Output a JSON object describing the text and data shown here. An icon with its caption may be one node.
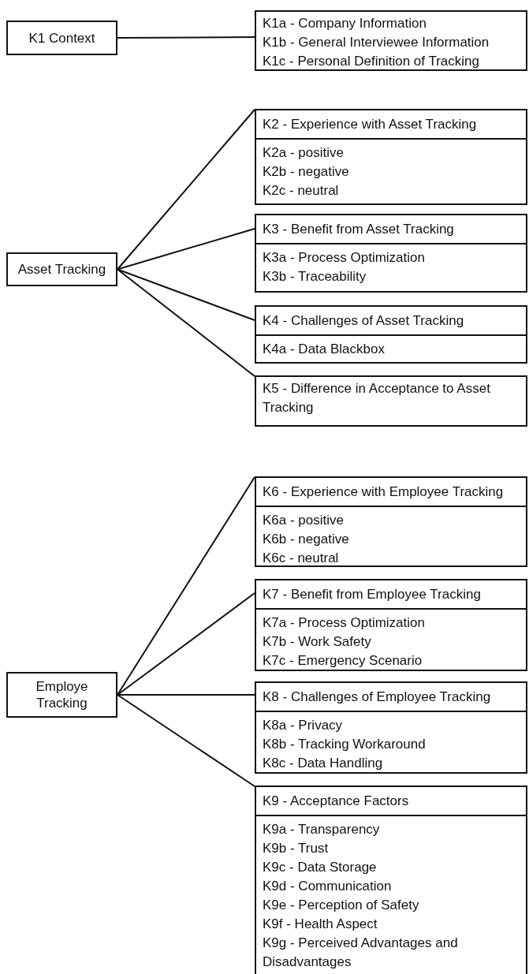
{
  "diagram": {
    "nodes": [
      {
        "text": [
          "K1 Context"
        ]
      },
      {
        "text": [
          "K1a - Company Information",
          "K1b - General Interviewee Information",
          "K1c - Personal Definition of Tracking"
        ]
      },
      {
        "text": [
          "Asset Tracking"
        ]
      },
      {
        "text": [
          "K2 - Experience with Asset Tracking",
          "K2a - positive",
          "K2b - negative",
          "K2c - neutral"
        ]
      },
      {
        "text": [
          "K3 - Benefit from Asset Tracking",
          "K3a - Process Optimization",
          "K3b - Traceability"
        ]
      },
      {
        "text": [
          "K4 - Challenges of Asset Tracking",
          "K4a - Data Blackbox"
        ]
      },
      {
        "text": [
          "K5 - Difference in Acceptance to Asset Tracking"
        ]
      },
      {
        "text": [
          "Employe Tracking"
        ]
      },
      {
        "text": [
          "K6 - Experience with Employee Tracking",
          "K6a - positive",
          "K6b - negative",
          "K6c - neutral"
        ]
      },
      {
        "text": [
          "K7 - Benefit from Employee Tracking",
          "K7a - Process Optimization",
          "K7b - Work Safety",
          "K7c - Emergency Scenario"
        ]
      },
      {
        "text": [
          "K8 - Challenges of Employee Tracking",
          "K8a - Privacy",
          "K8b - Tracking Workaround",
          "K8c - Data Handling"
        ]
      },
      {
        "text": [
          "K9 - Acceptance Factors",
          "K9a - Transparency",
          "K9b - Trust",
          "K9c - Data Storage",
          "K9d - Communication",
          "K9e - Perception of Safety",
          "K9f - Health Aspect",
          "K9g - Perceived Advantages and Disadvantages"
        ]
      }
    ],
    "edges": [
      {
        "from": 0,
        "to": 1,
        "arrow": "none"
      },
      {
        "from": 2,
        "to": 3,
        "arrow": "none"
      },
      {
        "from": 2,
        "to": 4,
        "arrow": "none"
      },
      {
        "from": 2,
        "to": 5,
        "arrow": "none"
      },
      {
        "from": 2,
        "to": 6,
        "arrow": "none"
      },
      {
        "from": 7,
        "to": 8,
        "arrow": "none"
      },
      {
        "from": 7,
        "to": 9,
        "arrow": "none"
      },
      {
        "from": 7,
        "to": 10,
        "arrow": "none"
      },
      {
        "from": 7,
        "to": 11,
        "arrow": "none"
      }
    ]
  }
}
